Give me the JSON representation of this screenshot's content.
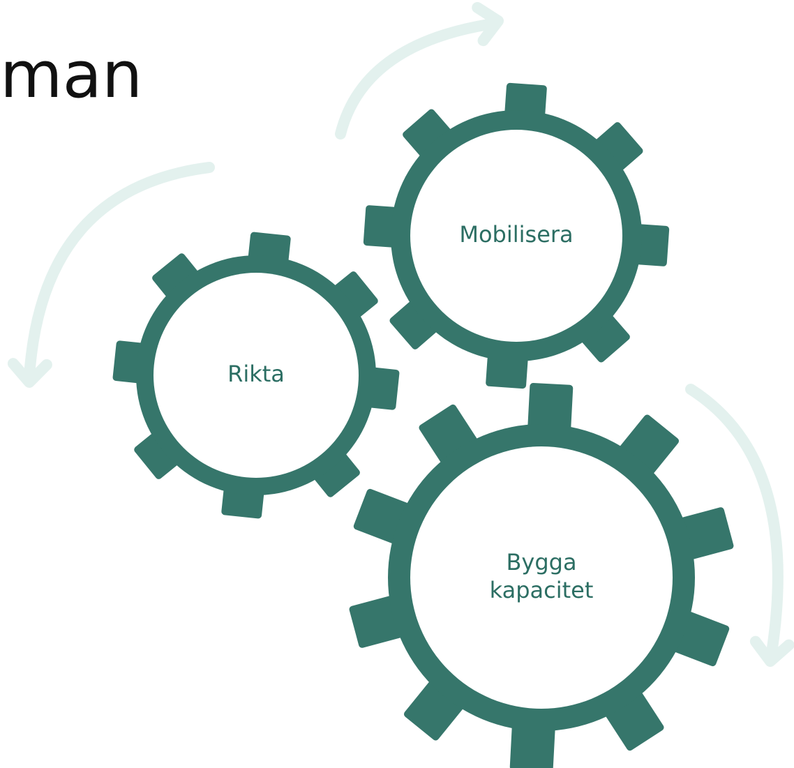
{
  "heading": "man",
  "colors": {
    "gear": "#36766b",
    "arrow": "#e3f1ee",
    "label": "#2c6e63",
    "heading": "#111111"
  },
  "gears": [
    {
      "name": "gear-rikta",
      "label_lines": [
        "Rikta"
      ]
    },
    {
      "name": "gear-mobilisera",
      "label_lines": [
        "Mobilisera"
      ]
    },
    {
      "name": "gear-bygga-kapacitet",
      "label_lines": [
        "Bygga",
        "kapacitet"
      ]
    }
  ],
  "arrows": [
    {
      "name": "arrow-top-curved"
    },
    {
      "name": "arrow-left-curved"
    },
    {
      "name": "arrow-right-curved"
    }
  ]
}
